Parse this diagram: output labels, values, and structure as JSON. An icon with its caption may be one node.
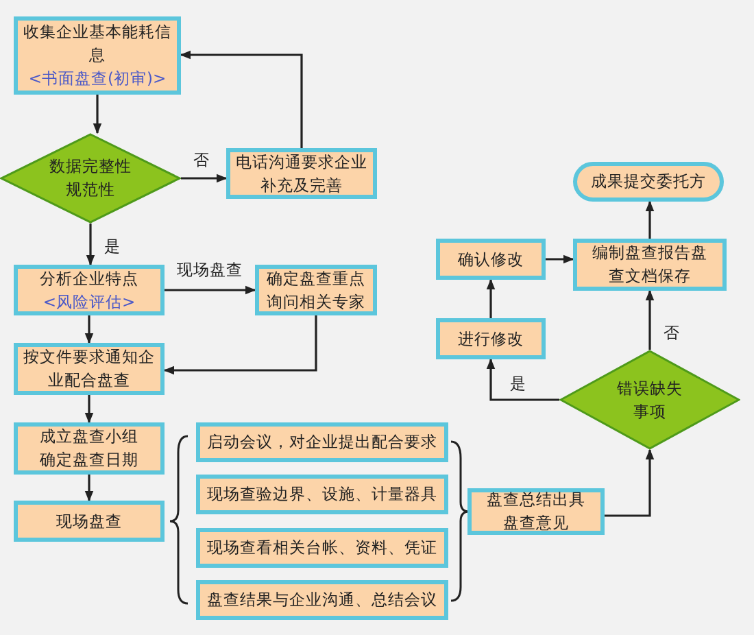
{
  "diagram": {
    "nodes": [
      {
        "text": [
          "收集企业基本能耗信息",
          "<书面盘查(初审)>"
        ]
      },
      {
        "text": [
          "数据完整性规范性"
        ]
      },
      {
        "text": [
          "电话沟通要求企业补充及完善"
        ]
      },
      {
        "text": [
          "分析企业特点",
          "<风险评估>"
        ]
      },
      {
        "text": [
          "确定盘查重点询问相关专家"
        ]
      },
      {
        "text": [
          "按文件要求通知企业配合盘查"
        ]
      },
      {
        "text": [
          "成立盘查小组确定盘查日期"
        ]
      },
      {
        "text": [
          "现场盘查"
        ]
      },
      {
        "text": [
          "启动会议，对企业提出配合要求"
        ]
      },
      {
        "text": [
          "现场查验边界、设施、计量器具"
        ]
      },
      {
        "text": [
          "现场查看相关台帐、资料、凭证"
        ]
      },
      {
        "text": [
          "盘查结果与企业沟通、总结会议"
        ]
      },
      {
        "text": [
          "盘查总结出具盘查意见"
        ]
      },
      {
        "text": [
          "错误缺失事项"
        ]
      },
      {
        "text": [
          "进行修改"
        ]
      },
      {
        "text": [
          "确认修改"
        ]
      },
      {
        "text": [
          "编制盘查报告盘查文档保存"
        ]
      },
      {
        "text": [
          "成果提交委托方"
        ]
      }
    ],
    "edges": [
      {
        "from": 0,
        "to": 1,
        "arrow": "to"
      },
      {
        "from": 1,
        "to": 2,
        "arrow": "to",
        "label": "否"
      },
      {
        "from": 2,
        "to": 0,
        "arrow": "to"
      },
      {
        "from": 1,
        "to": 3,
        "arrow": "to",
        "label": "是"
      },
      {
        "from": 3,
        "to": 4,
        "arrow": "to",
        "label": "现场盘查"
      },
      {
        "from": 4,
        "to": 5,
        "arrow": "to"
      },
      {
        "from": 3,
        "to": 5,
        "arrow": "to"
      },
      {
        "from": 5,
        "to": 6,
        "arrow": "to"
      },
      {
        "from": 6,
        "to": 7,
        "arrow": "to"
      },
      {
        "from": 12,
        "to": 13,
        "arrow": "to"
      },
      {
        "from": 13,
        "to": 14,
        "arrow": "to",
        "label": "是"
      },
      {
        "from": 14,
        "to": 15,
        "arrow": "to"
      },
      {
        "from": 15,
        "to": 16,
        "arrow": "to"
      },
      {
        "from": 13,
        "to": 16,
        "arrow": "to",
        "label": "否"
      },
      {
        "from": 16,
        "to": 17,
        "arrow": "to"
      }
    ]
  }
}
